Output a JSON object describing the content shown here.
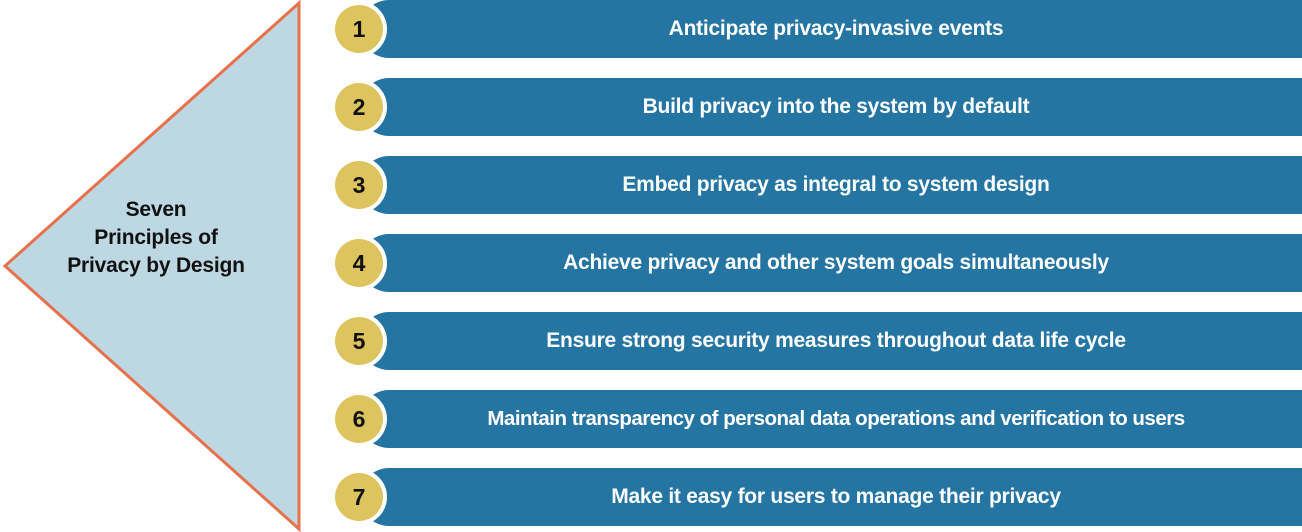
{
  "diagram": {
    "title_block": {
      "label": "Seven\nPrinciples of\nPrivacy by Design",
      "lines": [
        "Seven",
        "Principles of",
        "Privacy by Design"
      ]
    },
    "colors": {
      "bar_blue": "#2575A3",
      "badge_gold": "#DEC45F",
      "triangle_fill": "#BDD7E3",
      "triangle_outline": "#E8704A",
      "bar_text": "#FFFFFF",
      "badge_text": "#111111",
      "title_text": "#111111",
      "background": "#FFFFFF"
    },
    "rows": [
      {
        "number": "1",
        "label": "Anticipate privacy-invasive events"
      },
      {
        "number": "2",
        "label": "Build privacy into the system by default"
      },
      {
        "number": "3",
        "label": "Embed privacy as integral to system design"
      },
      {
        "number": "4",
        "label": "Achieve privacy and other system goals simultaneously"
      },
      {
        "number": "5",
        "label": "Ensure strong security measures throughout data life cycle"
      },
      {
        "number": "6",
        "label": "Maintain transparency of personal data operations and verification to users"
      },
      {
        "number": "7",
        "label": "Make it easy for users to manage their privacy"
      }
    ]
  }
}
